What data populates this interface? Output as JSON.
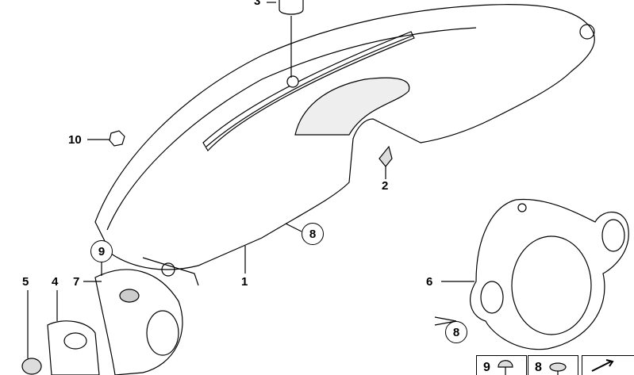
{
  "diagram": {
    "callouts": [
      {
        "id": "3",
        "label": "3"
      },
      {
        "id": "10",
        "label": "10"
      },
      {
        "id": "2",
        "label": "2"
      },
      {
        "id": "8a",
        "label": "8"
      },
      {
        "id": "9a",
        "label": "9"
      },
      {
        "id": "7",
        "label": "7"
      },
      {
        "id": "5",
        "label": "5"
      },
      {
        "id": "4",
        "label": "4"
      },
      {
        "id": "1",
        "label": "1"
      },
      {
        "id": "6",
        "label": "6"
      },
      {
        "id": "8b",
        "label": "8"
      }
    ],
    "legend": [
      {
        "label": "9",
        "icon": "clip-nut-icon"
      },
      {
        "label": "8",
        "icon": "expanding-rivet-icon"
      },
      {
        "label": "",
        "icon": "arrow-symbol-icon"
      }
    ]
  }
}
